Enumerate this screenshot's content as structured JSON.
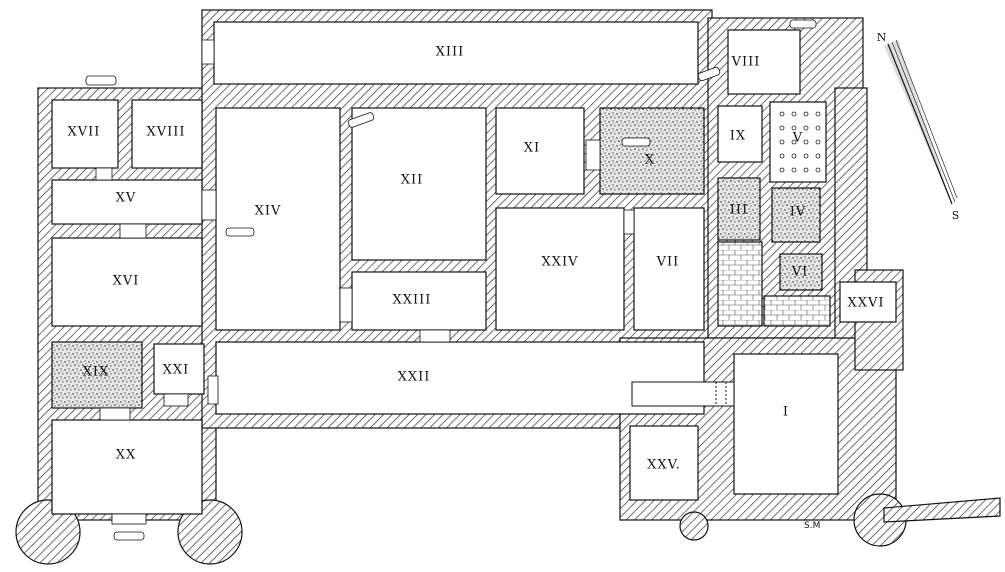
{
  "compass": {
    "north": "N",
    "south": "S"
  },
  "signature": "S.M",
  "rooms": {
    "I": "I",
    "III": "III",
    "IV": "IV",
    "V": "V",
    "VI": "VI",
    "VII": "VII",
    "VIII": "VIII",
    "IX": "IX",
    "X": "X",
    "XI": "XI",
    "XII": "XII",
    "XIII": "XIII",
    "XIV": "XIV",
    "XV": "XV",
    "XVI": "XVI",
    "XVII": "XVII",
    "XVIII": "XVIII",
    "XIX": "XIX",
    "XX": "XX",
    "XXI": "XXI",
    "XXII": "XXII",
    "XXIII": "XXIII",
    "XXIV": "XXIV",
    "XXV": "XXV.",
    "XXVI": "XXVI"
  }
}
